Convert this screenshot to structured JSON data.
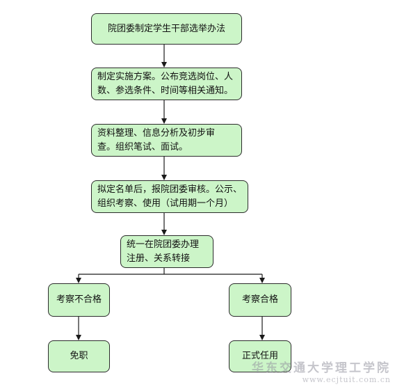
{
  "flow": {
    "n1": "院团委制定学生干部选举办法",
    "n2a": "制定实施方案。公布竞选岗位、人",
    "n2b": "数、参选条件、时间等相关通知。",
    "n3a": "资料整理、信息分析及初步审",
    "n3b": "查。组织笔试、面试。",
    "n4a": "拟定名单后，报院团委审核。公示、",
    "n4b": "组织考察、使用（试用期一个月）",
    "n5a": "统一在院团委办理",
    "n5b": "注册、关系转接",
    "fail": "考察不合格",
    "pass": "考察合格",
    "dismiss": "免职",
    "appoint": "正式任用"
  },
  "colors": {
    "node_fill": "#ccf5c8",
    "line": "#1a1a1a"
  },
  "watermark": {
    "line1": "华东交通大学理工学院",
    "line2": "www.ecjtuit.com.cn"
  }
}
